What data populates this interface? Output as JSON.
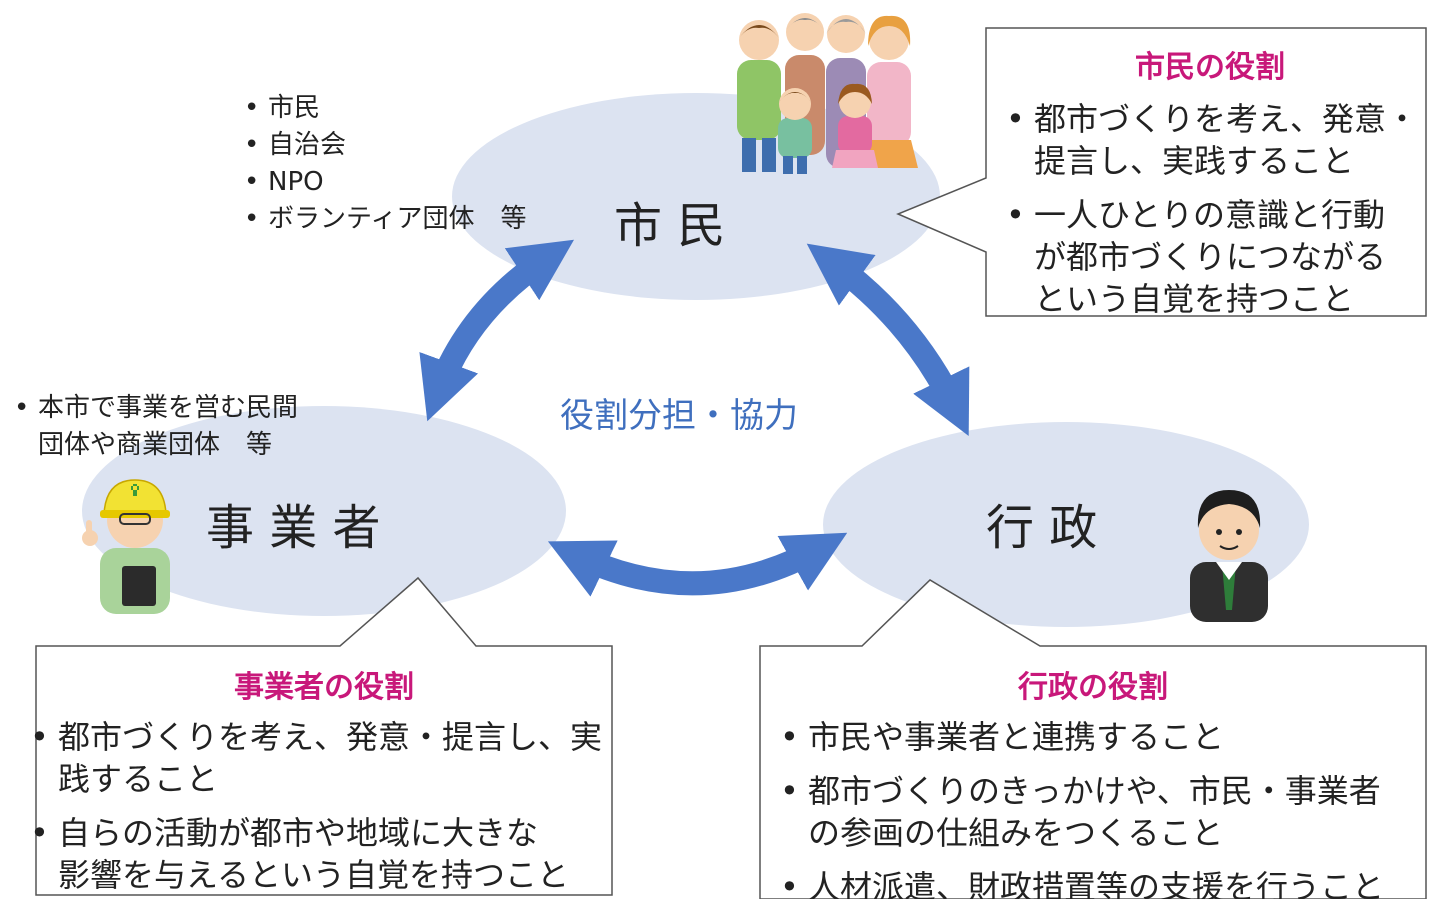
{
  "nodes": {
    "citizen": {
      "label": "市 民",
      "members": [
        "市民",
        "自治会",
        "NPO",
        "ボランティア団体　等"
      ]
    },
    "business": {
      "label": "事 業 者",
      "members": [
        "本市で事業を営む民間",
        "団体や商業団体　等"
      ]
    },
    "government": {
      "label": "行 政"
    }
  },
  "center_label": "役割分担・協力",
  "roles": {
    "citizen": {
      "title": "市民の役割",
      "items": [
        [
          "都市づくりを考え、発意・",
          "提言し、実践すること"
        ],
        [
          "一人ひとりの意識と行動",
          "が都市づくりにつながる",
          "という自覚を持つこと"
        ]
      ]
    },
    "business": {
      "title": "事業者の役割",
      "items": [
        [
          "都市づくりを考え、発意・提言し、実",
          "践すること"
        ],
        [
          "自らの活動が都市や地域に大きな",
          "影響を与えるという自覚を持つこと"
        ]
      ]
    },
    "government": {
      "title": "行政の役割",
      "items": [
        [
          "市民や事業者と連携すること"
        ],
        [
          "都市づくりのきっかけや、市民・事業者",
          "の参画の仕組みをつくること"
        ],
        [
          "人材派遣、財政措置等の支援を行うこと"
        ]
      ]
    }
  },
  "colors": {
    "ellipse": "#dce3f1",
    "arrow": "#4a78c9",
    "title_accent": "#c8187a",
    "center_text": "#3f6fbe"
  }
}
